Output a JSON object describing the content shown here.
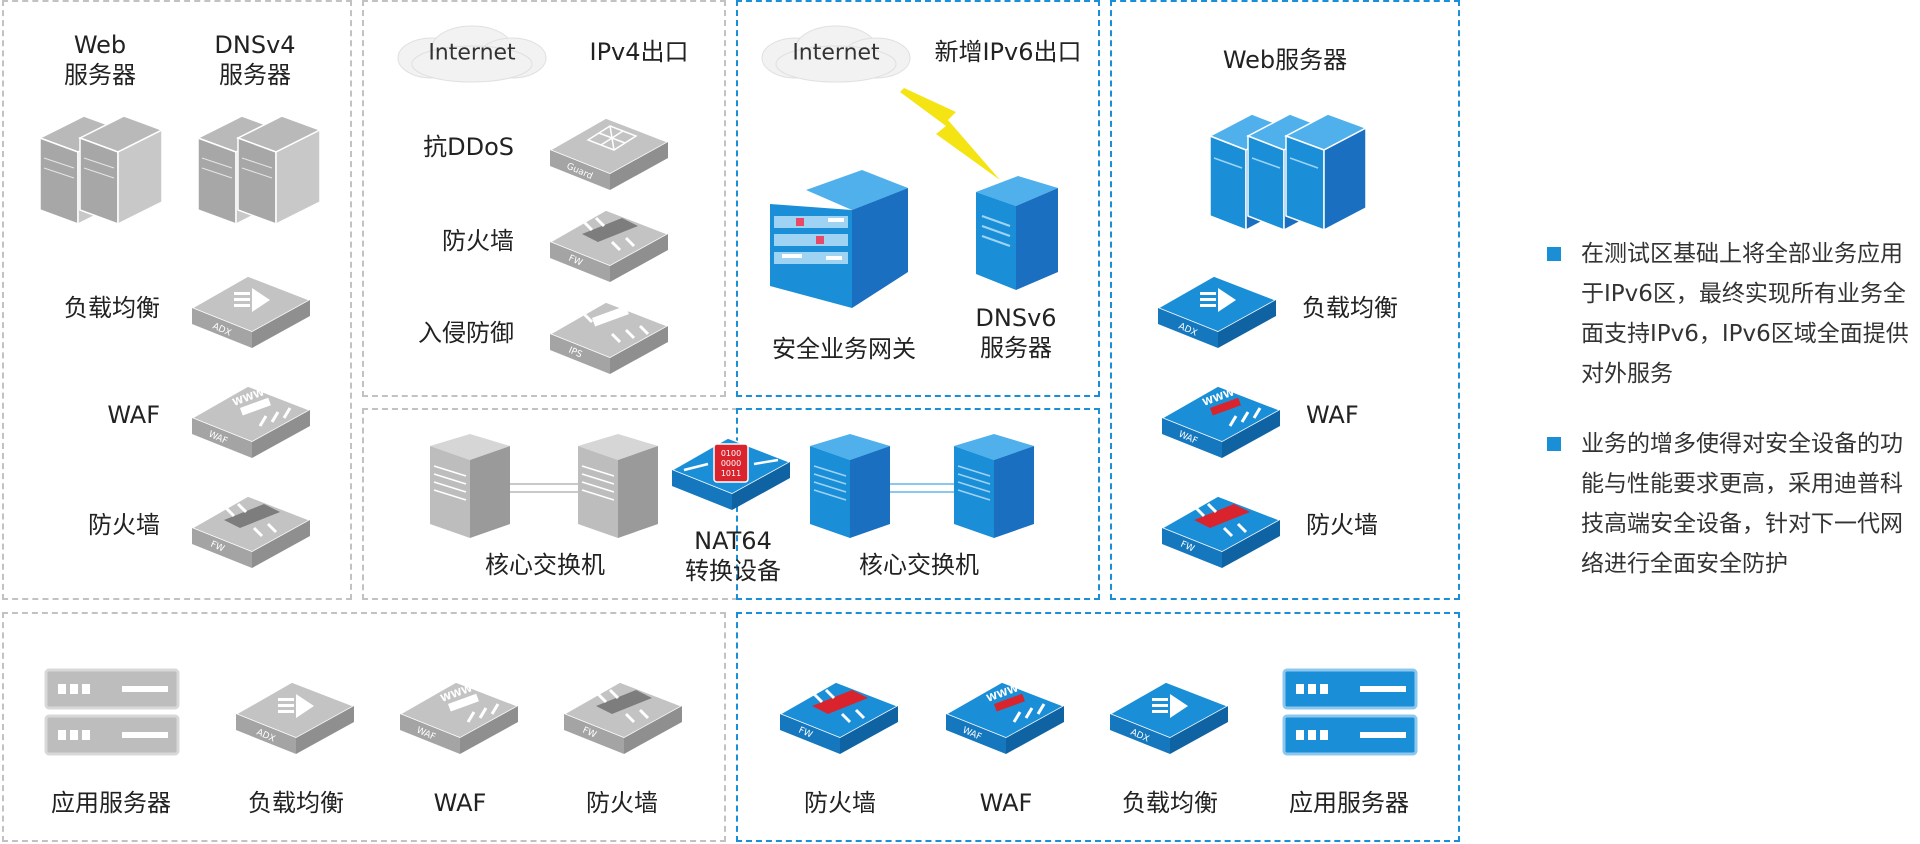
{
  "zones": {
    "left": {
      "server1": "Web\n服务器",
      "server1_a": "Web",
      "server1_b": "服务器",
      "server2_a": "DNSv4",
      "server2_b": "服务器",
      "lb": "负载均衡",
      "waf": "WAF",
      "fw": "防火墙"
    },
    "ipv4": {
      "cloud": "Internet",
      "exit": "IPv4出口",
      "ddos": "抗DDoS",
      "fw": "防火墙",
      "ips": "入侵防御"
    },
    "ipv6_exit": {
      "cloud": "Internet",
      "exit": "新增IPv6出口",
      "gateway": "安全业务网关",
      "dns_a": "DNSv6",
      "dns_b": "服务器"
    },
    "right": {
      "title": "Web服务器",
      "lb": "负载均衡",
      "waf": "WAF",
      "fw": "防火墙"
    },
    "core": {
      "left_switch": "核心交换机",
      "nat_a": "NAT64",
      "nat_b": "转换设备",
      "right_switch": "核心交换机"
    },
    "bottom_left": {
      "app": "应用服务器",
      "lb": "负载均衡",
      "waf": "WAF",
      "fw": "防火墙"
    },
    "bottom_right": {
      "fw": "防火墙",
      "waf": "WAF",
      "lb": "负载均衡",
      "app": "应用服务器"
    }
  },
  "icon_labels": {
    "guard": "Guard",
    "fw": "FW",
    "ips": "IPS",
    "adx": "ADX",
    "waf": "WAF",
    "www": "WWW",
    "nat_code_1": "0100",
    "nat_code_2": "0000",
    "nat_code_3": "1011"
  },
  "notes": [
    "在测试区基础上将全部业务应用于IPv6区，最终实现所有业务全面支持IPv6，IPv6区域全面提供对外服务",
    "业务的增多使得对安全设备的功能与性能要求更高，采用迪普科技高端安全设备，针对下一代网络进行全面安全防护"
  ],
  "colors": {
    "gray_border": "#c2c2c2",
    "blue_border": "#1a8fd8",
    "gray_device": "#b9b9b9",
    "blue_device": "#1a8fd8",
    "accent_red": "#d9232d",
    "lightning": "#f5e414"
  }
}
